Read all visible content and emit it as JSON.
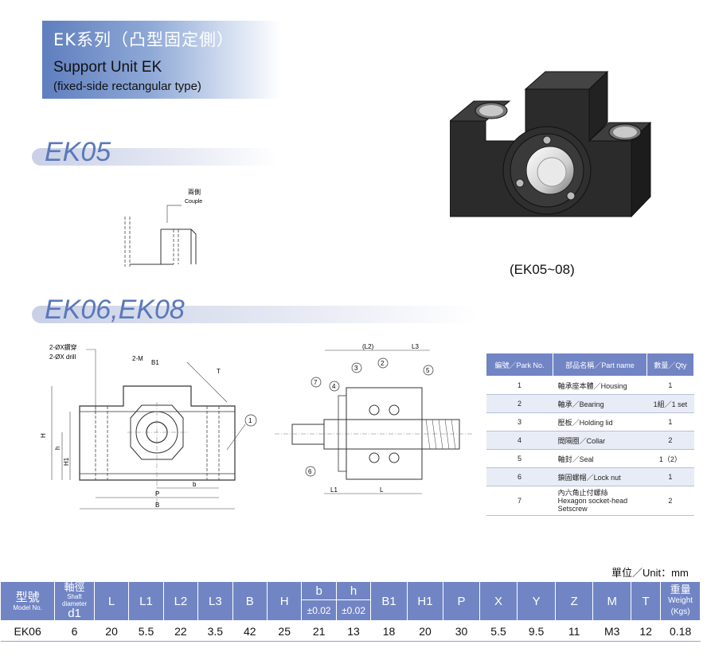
{
  "header": {
    "title_zh": "EK系列（凸型固定側）",
    "title_en": "Support Unit EK",
    "subtitle": "(fixed-side rectangular type)"
  },
  "sections": {
    "ek05": "EK05",
    "ek0608": "EK06,EK08"
  },
  "photo_caption": "(EK05~08)",
  "drawing_ek05": {
    "label_zh": "兩側",
    "label_en": "Couple"
  },
  "drawing_front": {
    "drill_zh": "2-ØX鑽穿",
    "drill_en": "2-ØX drill",
    "m": "2-M",
    "b1": "B1",
    "t": "T",
    "h": "h",
    "H": "H",
    "H1": "H1",
    "b": "b",
    "P": "P",
    "B": "B",
    "callout": "1"
  },
  "drawing_section": {
    "l2": "(L2)",
    "l3": "L3",
    "l1": "L1",
    "l": "L",
    "callouts": [
      "7",
      "3",
      "2",
      "5",
      "4",
      "6"
    ]
  },
  "parts_table": {
    "headers": [
      "編號／Park No.",
      "部品名稱／Part name",
      "數量／Qty"
    ],
    "rows": [
      {
        "no": "1",
        "name": "軸承座本體／Housing",
        "qty": "1"
      },
      {
        "no": "2",
        "name": "軸承／Bearing",
        "qty": "1組／1 set"
      },
      {
        "no": "3",
        "name": "壓板／Holding lid",
        "qty": "1"
      },
      {
        "no": "4",
        "name": "間隔圈／Collar",
        "qty": "2"
      },
      {
        "no": "5",
        "name": "軸封／Seal",
        "qty": "1（2）"
      },
      {
        "no": "6",
        "name": "鎖固螺帽／Lock nut",
        "qty": "1"
      }
    ],
    "last_row": {
      "no": "7",
      "name_zh": "內六角止付螺絲",
      "name_en1": "Hexagon socket-head",
      "name_en2": "Setscrew",
      "qty": "2"
    }
  },
  "unit_label": "單位／Unit：mm",
  "spec_table": {
    "model_zh": "型號",
    "model_en": "Model No.",
    "shaft_zh": "軸徑",
    "shaft_en1": "Shaft",
    "shaft_en2": "diameter",
    "shaft_sym": "d1",
    "cols": [
      "L",
      "L1",
      "L2",
      "L3",
      "B",
      "H"
    ],
    "b": "b",
    "h": "h",
    "tol_b": "±0.02",
    "tol_h": "±0.02",
    "cols2": [
      "B1",
      "H1",
      "P",
      "X",
      "Y",
      "Z",
      "M",
      "T"
    ],
    "weight_zh": "重量",
    "weight_en": "Weight",
    "weight_unit": "(Kgs)",
    "rows": [
      [
        "EK06",
        "6",
        "20",
        "5.5",
        "22",
        "3.5",
        "42",
        "25",
        "21",
        "13",
        "18",
        "20",
        "30",
        "5.5",
        "9.5",
        "11",
        "M3",
        "12",
        "0.18"
      ]
    ]
  },
  "colors": {
    "accent": "#7185c4",
    "heading": "#5a78bb",
    "block": "#2b2b2b"
  }
}
